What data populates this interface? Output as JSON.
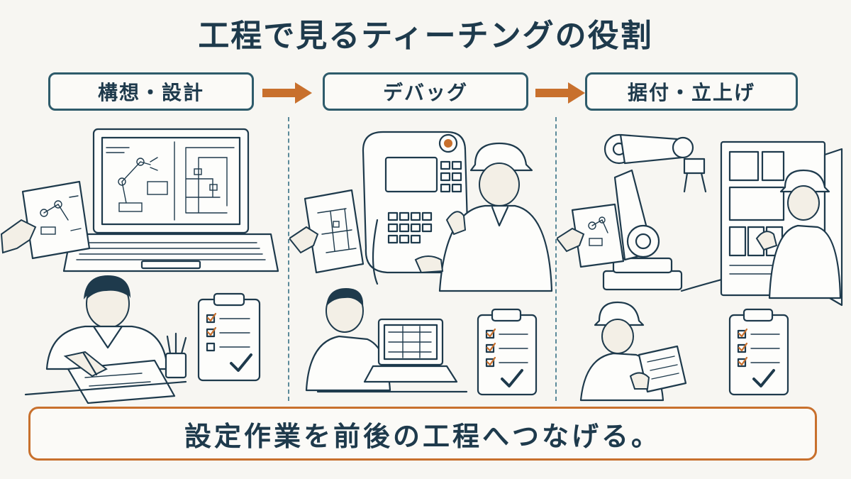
{
  "title": "工程で見るティーチングの役割",
  "stages": [
    {
      "label": "構想・設計"
    },
    {
      "label": "デバッグ"
    },
    {
      "label": "据付・立上げ"
    }
  ],
  "footer": "設定作業を前後の工程へつなげる。",
  "colors": {
    "navy": "#1e3a4c",
    "accent": "#c8702d",
    "divider": "#5b8a9a"
  }
}
